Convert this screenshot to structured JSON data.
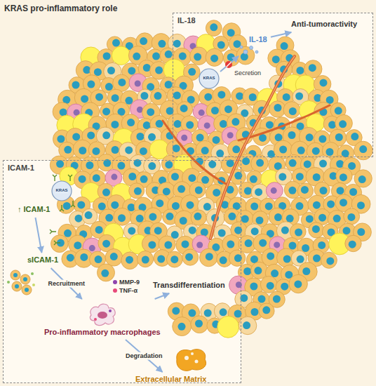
{
  "diagram": {
    "title": "KRAS pro-inflammatory role",
    "nodes": [
      {
        "text": [
          "IL-18"
        ]
      },
      {
        "text": [
          "IL-18"
        ],
        "in": 0
      },
      {
        "text": [
          "Anti-tumoractivity"
        ],
        "in": 0
      },
      {
        "text": [
          "ICAM-1"
        ]
      },
      {
        "text": [
          "↑ ICAM-1"
        ],
        "in": 3
      },
      {
        "text": [
          "sICAM-1"
        ],
        "in": 3
      },
      {
        "text": [
          "Pro-inflammatory macrophages"
        ],
        "in": 3
      },
      {
        "text": [
          "Transdifferentiation"
        ],
        "in": 3
      },
      {
        "text": [
          "Extracellular Matrix"
        ],
        "in": 3
      }
    ],
    "edges": [
      {
        "from": 1,
        "to": 2,
        "arrow": "to"
      },
      {
        "from": 4,
        "to": 5,
        "arrow": "to"
      },
      {
        "from": 5,
        "to": 6,
        "arrow": "to",
        "label": "Recruitment"
      },
      {
        "from": 6,
        "to": 7,
        "arrow": "to"
      },
      {
        "from": 6,
        "to": 8,
        "arrow": "to",
        "label": "Degradation"
      }
    ],
    "labels": [
      "Secretion",
      "MMP-9",
      "TNF-α",
      "KRAS",
      "KRAS"
    ]
  }
}
